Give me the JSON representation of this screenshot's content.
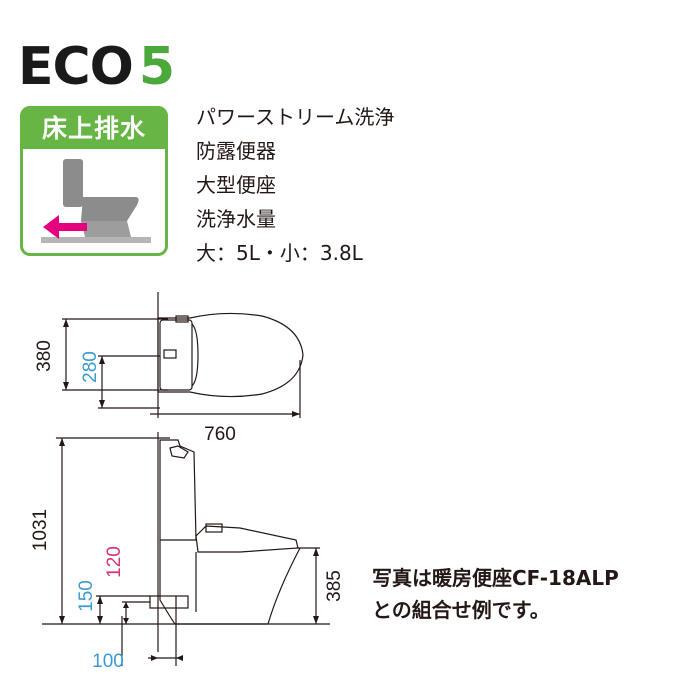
{
  "logo": {
    "text": "ECO",
    "number": "5",
    "number_color": "#4aa93a"
  },
  "badge": {
    "label": "床上排水",
    "color": "#66b545",
    "arrow_color": "#e4007f"
  },
  "specs": [
    "パワーストリーム洗浄",
    "防露便器",
    "大型便座",
    "洗浄水量",
    "大：5L・小：3.8L"
  ],
  "dimensions": {
    "plan_depth_total": "380",
    "plan_depth_tank": "280",
    "plan_length": "760",
    "height_total": "1031",
    "height_seat": "385",
    "pipe_height": "150",
    "pipe_center": "120",
    "pipe_offset": "100"
  },
  "dimension_colors": {
    "black": "#231815",
    "blue": "#3a9bd0",
    "pink": "#d6337a"
  },
  "caption": [
    "写真は暖房便座CF-18ALP",
    "との組合せ例です。"
  ]
}
